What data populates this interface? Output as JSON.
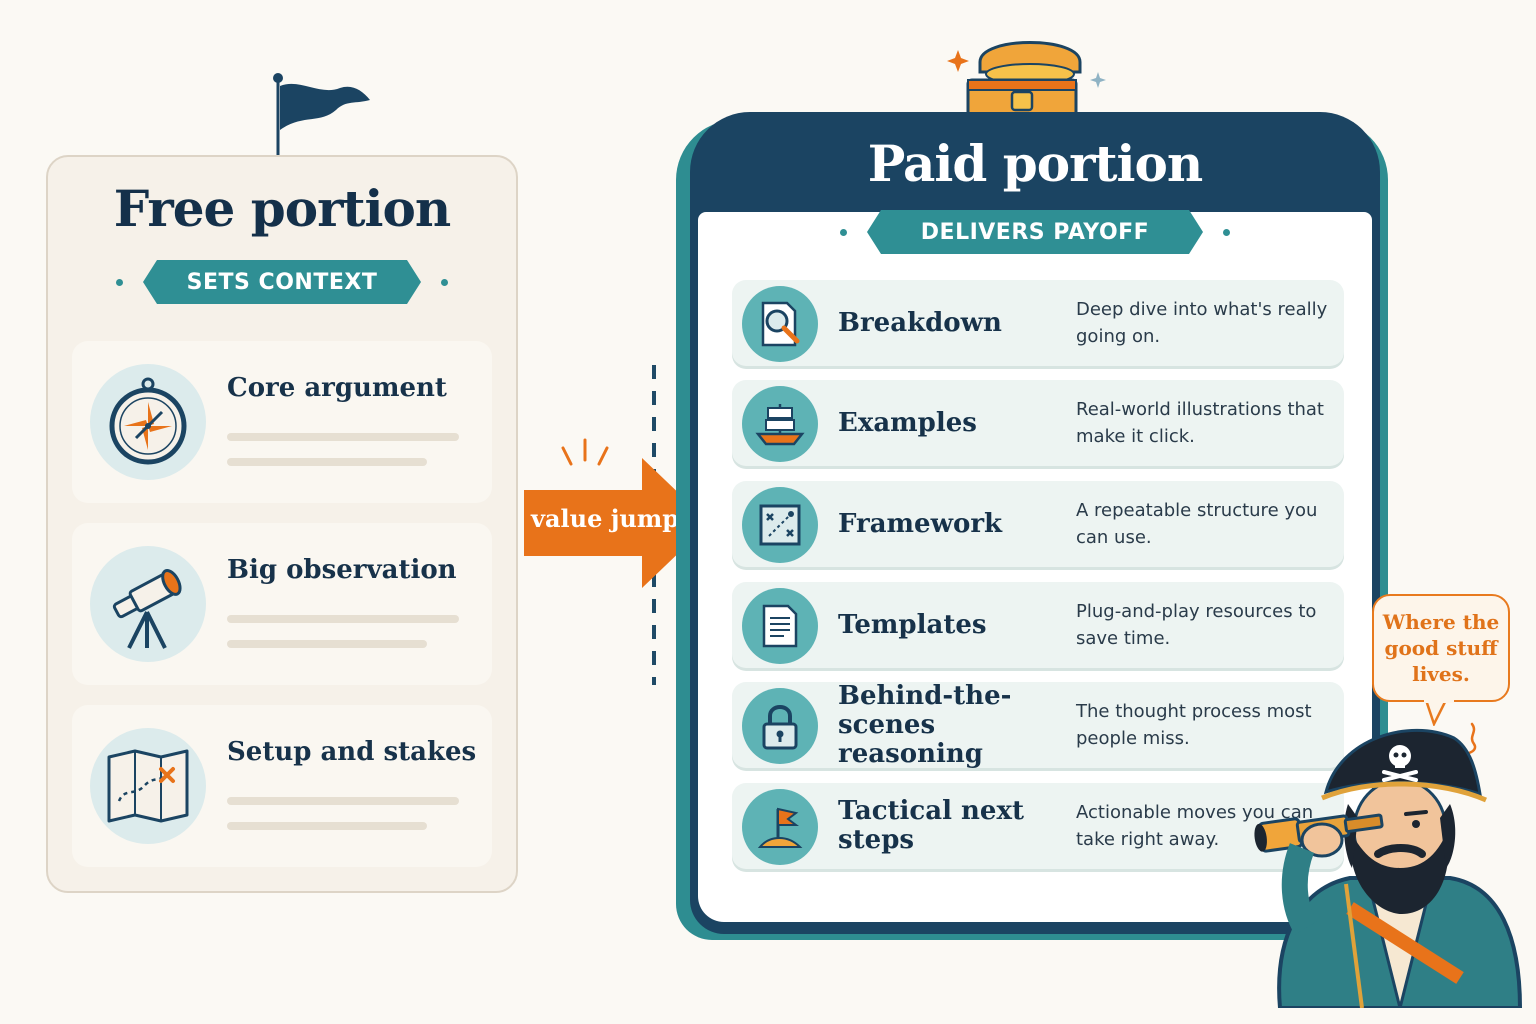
{
  "free": {
    "title": "Free portion",
    "badge": "SETS CONTEXT",
    "items": [
      {
        "label": "Core argument",
        "icon": "compass-icon"
      },
      {
        "label": "Big observation",
        "icon": "telescope-icon"
      },
      {
        "label": "Setup and stakes",
        "icon": "treasure-map-icon"
      }
    ]
  },
  "transition": {
    "label": "value jump"
  },
  "paid": {
    "title": "Paid portion",
    "badge": "DELIVERS PAYOFF",
    "items": [
      {
        "label": "Breakdown",
        "desc": "Deep dive into what's really going on.",
        "icon": "magnifier-document-icon"
      },
      {
        "label": "Examples",
        "desc": "Real-world illustrations that make it click.",
        "icon": "ship-icon"
      },
      {
        "label": "Framework",
        "desc": "A repeatable structure you can use.",
        "icon": "framework-map-icon"
      },
      {
        "label": "Templates",
        "desc": "Plug-and-play resources to save time.",
        "icon": "document-icon"
      },
      {
        "label": "Behind-the-scenes reasoning",
        "desc": "The thought process most people miss.",
        "icon": "padlock-icon"
      },
      {
        "label": "Tactical next steps",
        "desc": "Actionable moves you can take right away.",
        "icon": "flag-on-hill-icon"
      }
    ]
  },
  "callout": {
    "text": "Where the good stuff lives."
  },
  "colors": {
    "navy": "#1b4462",
    "teal": "#2f8f94",
    "orange": "#e8731a",
    "cream": "#f6f1e9"
  }
}
